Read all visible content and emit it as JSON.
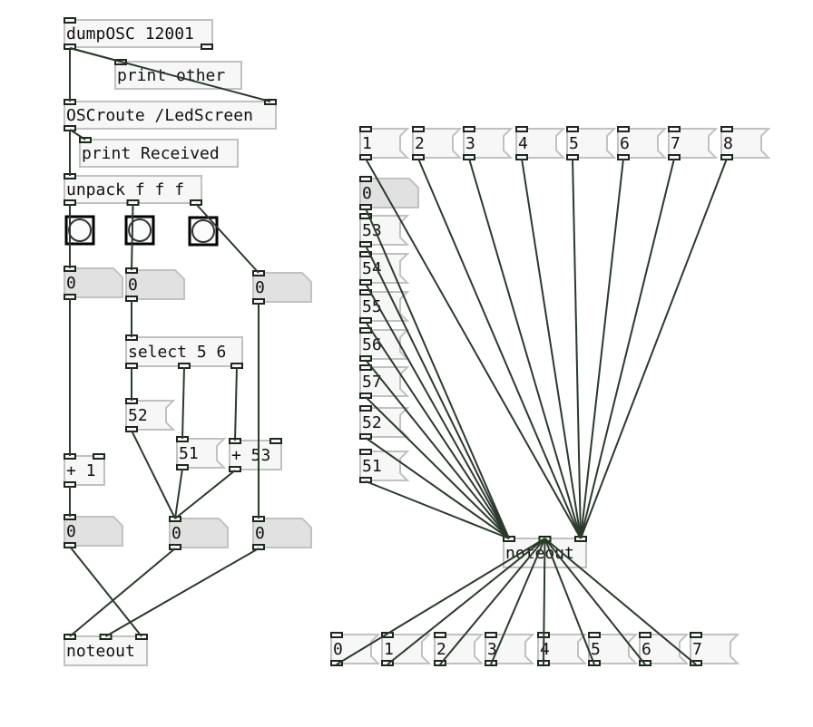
{
  "app": "Pure Data patch",
  "objects": [
    {
      "id": "dumposc",
      "kind": "obj",
      "text": "dumpOSC 12001",
      "name": "dumposc-object"
    },
    {
      "id": "print_other",
      "kind": "obj",
      "text": "print other",
      "name": "print-other-object"
    },
    {
      "id": "oscroute",
      "kind": "obj",
      "text": "OSCroute /LedScreen",
      "name": "oscroute-object"
    },
    {
      "id": "print_received",
      "kind": "obj",
      "text": "print Received",
      "name": "print-received-object"
    },
    {
      "id": "unpack",
      "kind": "obj",
      "text": "unpack f f f",
      "name": "unpack-object"
    },
    {
      "id": "bng1",
      "kind": "bng",
      "name": "bang-1"
    },
    {
      "id": "bng2",
      "kind": "bng",
      "name": "bang-2"
    },
    {
      "id": "bng3",
      "kind": "bng",
      "name": "bang-3"
    },
    {
      "id": "num1",
      "kind": "num",
      "text": "0",
      "name": "number-box-1"
    },
    {
      "id": "num2",
      "kind": "num",
      "text": "0",
      "name": "number-box-2"
    },
    {
      "id": "num3",
      "kind": "num",
      "text": "0",
      "name": "number-box-3"
    },
    {
      "id": "select",
      "kind": "obj",
      "text": "select 5 6",
      "name": "select-object"
    },
    {
      "id": "msg52",
      "kind": "msg",
      "text": "52",
      "name": "message-52"
    },
    {
      "id": "msg51",
      "kind": "msg",
      "text": "51",
      "name": "message-51"
    },
    {
      "id": "plus53",
      "kind": "obj",
      "text": "+ 53",
      "name": "plus-53-object"
    },
    {
      "id": "plus1",
      "kind": "obj",
      "text": "+ 1",
      "name": "plus-1-object"
    },
    {
      "id": "num4",
      "kind": "num",
      "text": "0",
      "name": "number-box-4"
    },
    {
      "id": "num5",
      "kind": "num",
      "text": "0",
      "name": "number-box-5"
    },
    {
      "id": "num6",
      "kind": "num",
      "text": "0",
      "name": "number-box-6"
    },
    {
      "id": "noteout1",
      "kind": "obj",
      "text": "noteout",
      "name": "noteout-object-left"
    },
    {
      "id": "t1",
      "kind": "msg",
      "text": "1",
      "name": "channel-message-1"
    },
    {
      "id": "t2",
      "kind": "msg",
      "text": "2",
      "name": "channel-message-2"
    },
    {
      "id": "t3",
      "kind": "msg",
      "text": "3",
      "name": "channel-message-3"
    },
    {
      "id": "t4",
      "kind": "msg",
      "text": "4",
      "name": "channel-message-4"
    },
    {
      "id": "t5",
      "kind": "msg",
      "text": "5",
      "name": "channel-message-5"
    },
    {
      "id": "t6",
      "kind": "msg",
      "text": "6",
      "name": "channel-message-6"
    },
    {
      "id": "t7",
      "kind": "msg",
      "text": "7",
      "name": "channel-message-7"
    },
    {
      "id": "t8",
      "kind": "msg",
      "text": "8",
      "name": "channel-message-8"
    },
    {
      "id": "numR",
      "kind": "num",
      "text": "0",
      "name": "number-box-right"
    },
    {
      "id": "n53",
      "kind": "msg",
      "text": "53",
      "name": "note-message-53"
    },
    {
      "id": "n54",
      "kind": "msg",
      "text": "54",
      "name": "note-message-54"
    },
    {
      "id": "n55",
      "kind": "msg",
      "text": "55",
      "name": "note-message-55"
    },
    {
      "id": "n56",
      "kind": "msg",
      "text": "56",
      "name": "note-message-56"
    },
    {
      "id": "n57",
      "kind": "msg",
      "text": "57",
      "name": "note-message-57"
    },
    {
      "id": "n52",
      "kind": "msg",
      "text": "52",
      "name": "note-message-52"
    },
    {
      "id": "n51",
      "kind": "msg",
      "text": "51",
      "name": "note-message-51"
    },
    {
      "id": "noteout2",
      "kind": "obj",
      "text": "noteout",
      "name": "noteout-object-right"
    },
    {
      "id": "v0",
      "kind": "msg",
      "text": "0",
      "name": "velocity-message-0"
    },
    {
      "id": "v1",
      "kind": "msg",
      "text": "1",
      "name": "velocity-message-1"
    },
    {
      "id": "v2",
      "kind": "msg",
      "text": "2",
      "name": "velocity-message-2"
    },
    {
      "id": "v3",
      "kind": "msg",
      "text": "3",
      "name": "velocity-message-3"
    },
    {
      "id": "v4",
      "kind": "msg",
      "text": "4",
      "name": "velocity-message-4"
    },
    {
      "id": "v5",
      "kind": "msg",
      "text": "5",
      "name": "velocity-message-5"
    },
    {
      "id": "v6",
      "kind": "msg",
      "text": "6",
      "name": "velocity-message-6"
    },
    {
      "id": "v7",
      "kind": "msg",
      "text": "7",
      "name": "velocity-message-7"
    }
  ],
  "connections": [
    [
      "dumposc",
      0,
      "print_other",
      0
    ],
    [
      "dumposc",
      0,
      "oscroute",
      0
    ],
    [
      "dumposc",
      0,
      "oscroute",
      1
    ],
    [
      "oscroute",
      0,
      "print_received",
      0
    ],
    [
      "oscroute",
      0,
      "unpack",
      0
    ],
    [
      "unpack",
      0,
      "num1",
      0
    ],
    [
      "unpack",
      1,
      "num2",
      0
    ],
    [
      "unpack",
      2,
      "num3",
      0
    ],
    [
      "num1",
      0,
      "plus1",
      0
    ],
    [
      "num2",
      0,
      "select",
      0
    ],
    [
      "select",
      0,
      "msg52",
      0
    ],
    [
      "select",
      1,
      "msg51",
      0
    ],
    [
      "select",
      2,
      "plus53",
      0
    ],
    [
      "num3",
      0,
      "num6",
      0
    ],
    [
      "plus1",
      0,
      "num4",
      0
    ],
    [
      "msg52",
      0,
      "num5",
      0
    ],
    [
      "msg51",
      0,
      "num5",
      0
    ],
    [
      "plus53",
      0,
      "num5",
      0
    ],
    [
      "num4",
      0,
      "noteout1",
      2
    ],
    [
      "num5",
      0,
      "noteout1",
      0
    ],
    [
      "num6",
      0,
      "noteout1",
      1
    ],
    [
      "numR",
      0,
      "noteout2",
      0
    ],
    [
      "n53",
      0,
      "noteout2",
      0
    ],
    [
      "n54",
      0,
      "noteout2",
      0
    ],
    [
      "n55",
      0,
      "noteout2",
      0
    ],
    [
      "n56",
      0,
      "noteout2",
      0
    ],
    [
      "n57",
      0,
      "noteout2",
      0
    ],
    [
      "n52",
      0,
      "noteout2",
      0
    ],
    [
      "n51",
      0,
      "noteout2",
      0
    ],
    [
      "t1",
      0,
      "noteout2",
      2
    ],
    [
      "t2",
      0,
      "noteout2",
      2
    ],
    [
      "t3",
      0,
      "noteout2",
      2
    ],
    [
      "t4",
      0,
      "noteout2",
      2
    ],
    [
      "t5",
      0,
      "noteout2",
      2
    ],
    [
      "t6",
      0,
      "noteout2",
      2
    ],
    [
      "t7",
      0,
      "noteout2",
      2
    ],
    [
      "t8",
      0,
      "noteout2",
      2
    ],
    [
      "v0",
      0,
      "noteout2",
      1
    ],
    [
      "v1",
      0,
      "noteout2",
      1
    ],
    [
      "v2",
      0,
      "noteout2",
      1
    ],
    [
      "v3",
      0,
      "noteout2",
      1
    ],
    [
      "v4",
      0,
      "noteout2",
      1
    ],
    [
      "v5",
      0,
      "noteout2",
      1
    ],
    [
      "v6",
      0,
      "noteout2",
      1
    ],
    [
      "v7",
      0,
      "noteout2",
      1
    ]
  ]
}
